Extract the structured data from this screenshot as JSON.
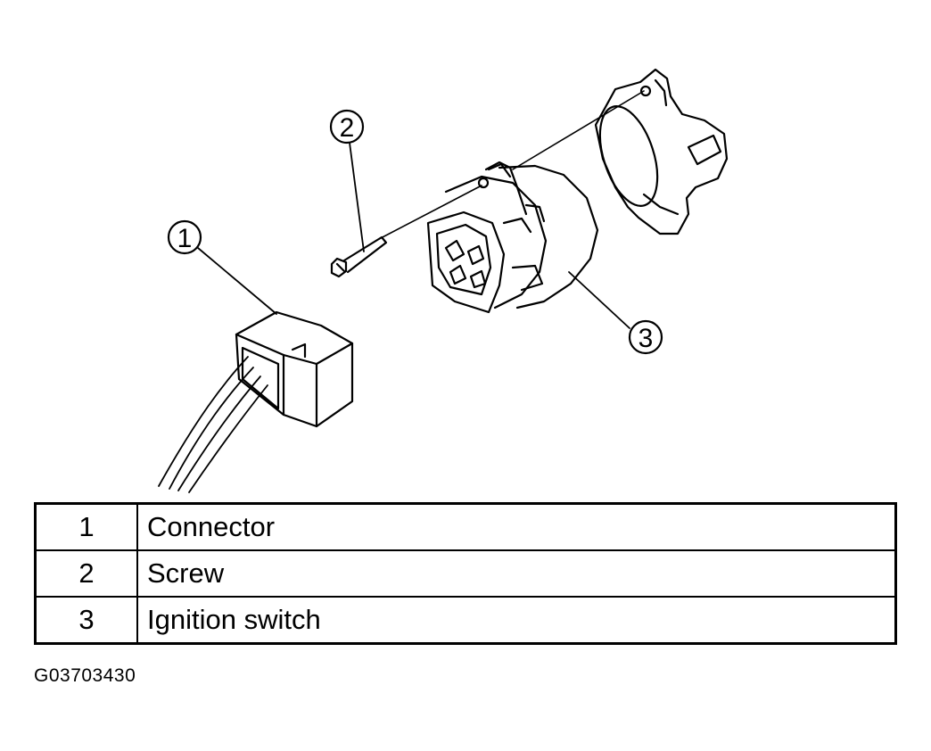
{
  "callouts": [
    {
      "number": "1"
    },
    {
      "number": "2"
    },
    {
      "number": "3"
    }
  ],
  "legend": {
    "rows": [
      {
        "number": "1",
        "label": "Connector"
      },
      {
        "number": "2",
        "label": "Screw"
      },
      {
        "number": "3",
        "label": "Ignition switch"
      }
    ]
  },
  "figure_id": "G03703430"
}
